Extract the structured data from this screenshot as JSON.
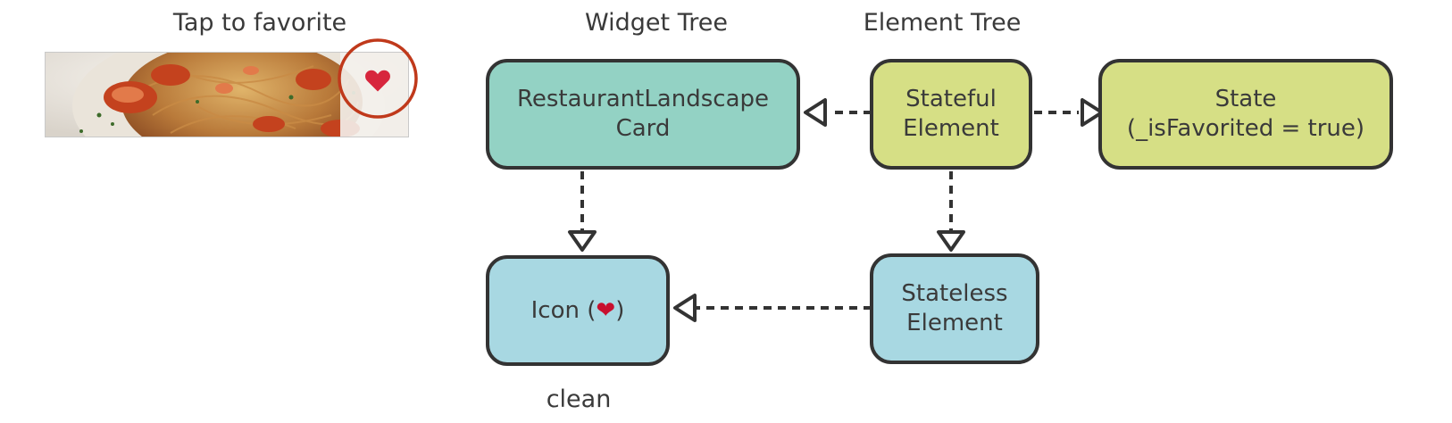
{
  "headings": {
    "tap_to_favorite": "Tap to favorite",
    "widget_tree": "Widget Tree",
    "element_tree": "Element Tree"
  },
  "preview": {
    "icon": "heart-icon",
    "highlight_color": "#c0391b",
    "heart_color": "#d7263d"
  },
  "nodes": {
    "restaurant_card": {
      "line1": "RestaurantLandscape",
      "line2": "Card"
    },
    "stateful_element": {
      "line1": "Stateful",
      "line2": "Element"
    },
    "state": {
      "line1": "State",
      "line2": "(_isFavorited = true)"
    },
    "icon_widget": {
      "label_prefix": "Icon (",
      "label_suffix": ")",
      "emoji": "❤"
    },
    "stateless_element": {
      "line1": "Stateless",
      "line2": "Element"
    }
  },
  "captions": {
    "icon_status": "clean"
  },
  "colors": {
    "widget_node": "#93d2c4",
    "element_node": "#d6df85",
    "icon_node": "#a8d8e2",
    "border": "#333333"
  }
}
